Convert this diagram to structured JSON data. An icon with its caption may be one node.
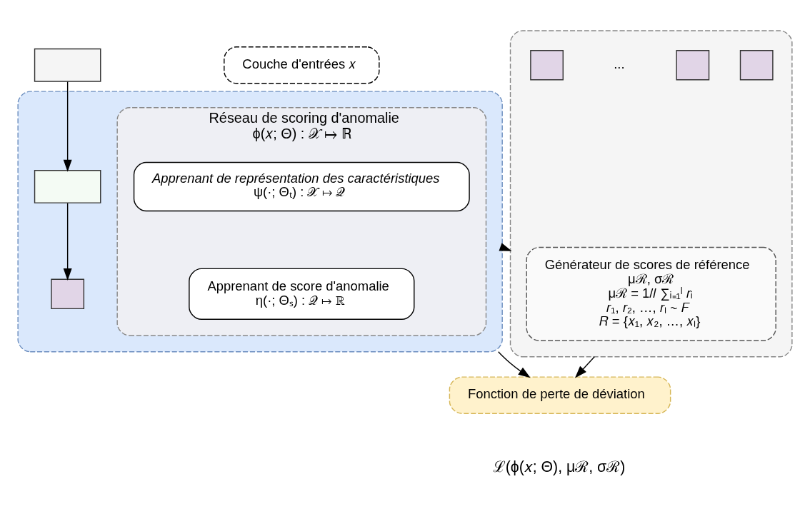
{
  "diagram": {
    "nodes": [
      {
        "text": [
          "Couche d'entrées 𝑥"
        ]
      },
      {
        "text": [],
        "shape": "box"
      },
      {
        "text": [],
        "shape": "box"
      },
      {
        "text": [
          "Réseau de scoring d'anomalie",
          "ϕ(𝑥; Θ) : 𝒳 ↦ ℝ"
        ],
        "in": 2
      },
      {
        "text": [
          "Apprenant de représentation des caractéristiques",
          "ψ(·; Θₜ) : 𝒳 ↦ 𝒬"
        ],
        "in": 3
      },
      {
        "text": [
          "Apprenant de score d'anomalie",
          "η(·; Θₛ) : 𝒬 ↦ ℝ"
        ],
        "in": 3
      },
      {
        "text": [],
        "shape": "box",
        "in": 2
      },
      {
        "text": [],
        "shape": "box",
        "in": 2
      },
      {
        "text": [],
        "shape": "box"
      },
      {
        "text": [
          "Générateur de scores de référence",
          "μℛ, σℛ",
          "μℛ = 1/𝑙 ∑ᵢ₌₁ˡ 𝑟ᵢ",
          "𝑟₁, 𝑟₂, …, 𝑟ₗ ∼ 𝐹",
          "𝑅 = {𝑥₁, 𝑥₂, …, 𝑥ₗ}"
        ],
        "in": 8
      },
      {
        "text": [],
        "shape": "box",
        "in": 8
      },
      {
        "text": [],
        "shape": "box",
        "in": 8
      },
      {
        "text": [],
        "shape": "box",
        "in": 8
      },
      {
        "text": [
          "Fonction de perte de déviation"
        ],
        "beside": [
          "ℒ(ϕ(𝑥; Θ), μℛ, σℛ)"
        ]
      }
    ],
    "edges": [
      {
        "from": 1,
        "to": 6,
        "arrow": "to"
      },
      {
        "from": 6,
        "to": 7,
        "arrow": "to"
      },
      {
        "from": 2,
        "to": 8,
        "arrow": "to"
      },
      {
        "from": 2,
        "to": 13,
        "arrow": "to"
      },
      {
        "from": 8,
        "to": 13,
        "arrow": "to"
      }
    ],
    "labels": [
      "..."
    ]
  }
}
